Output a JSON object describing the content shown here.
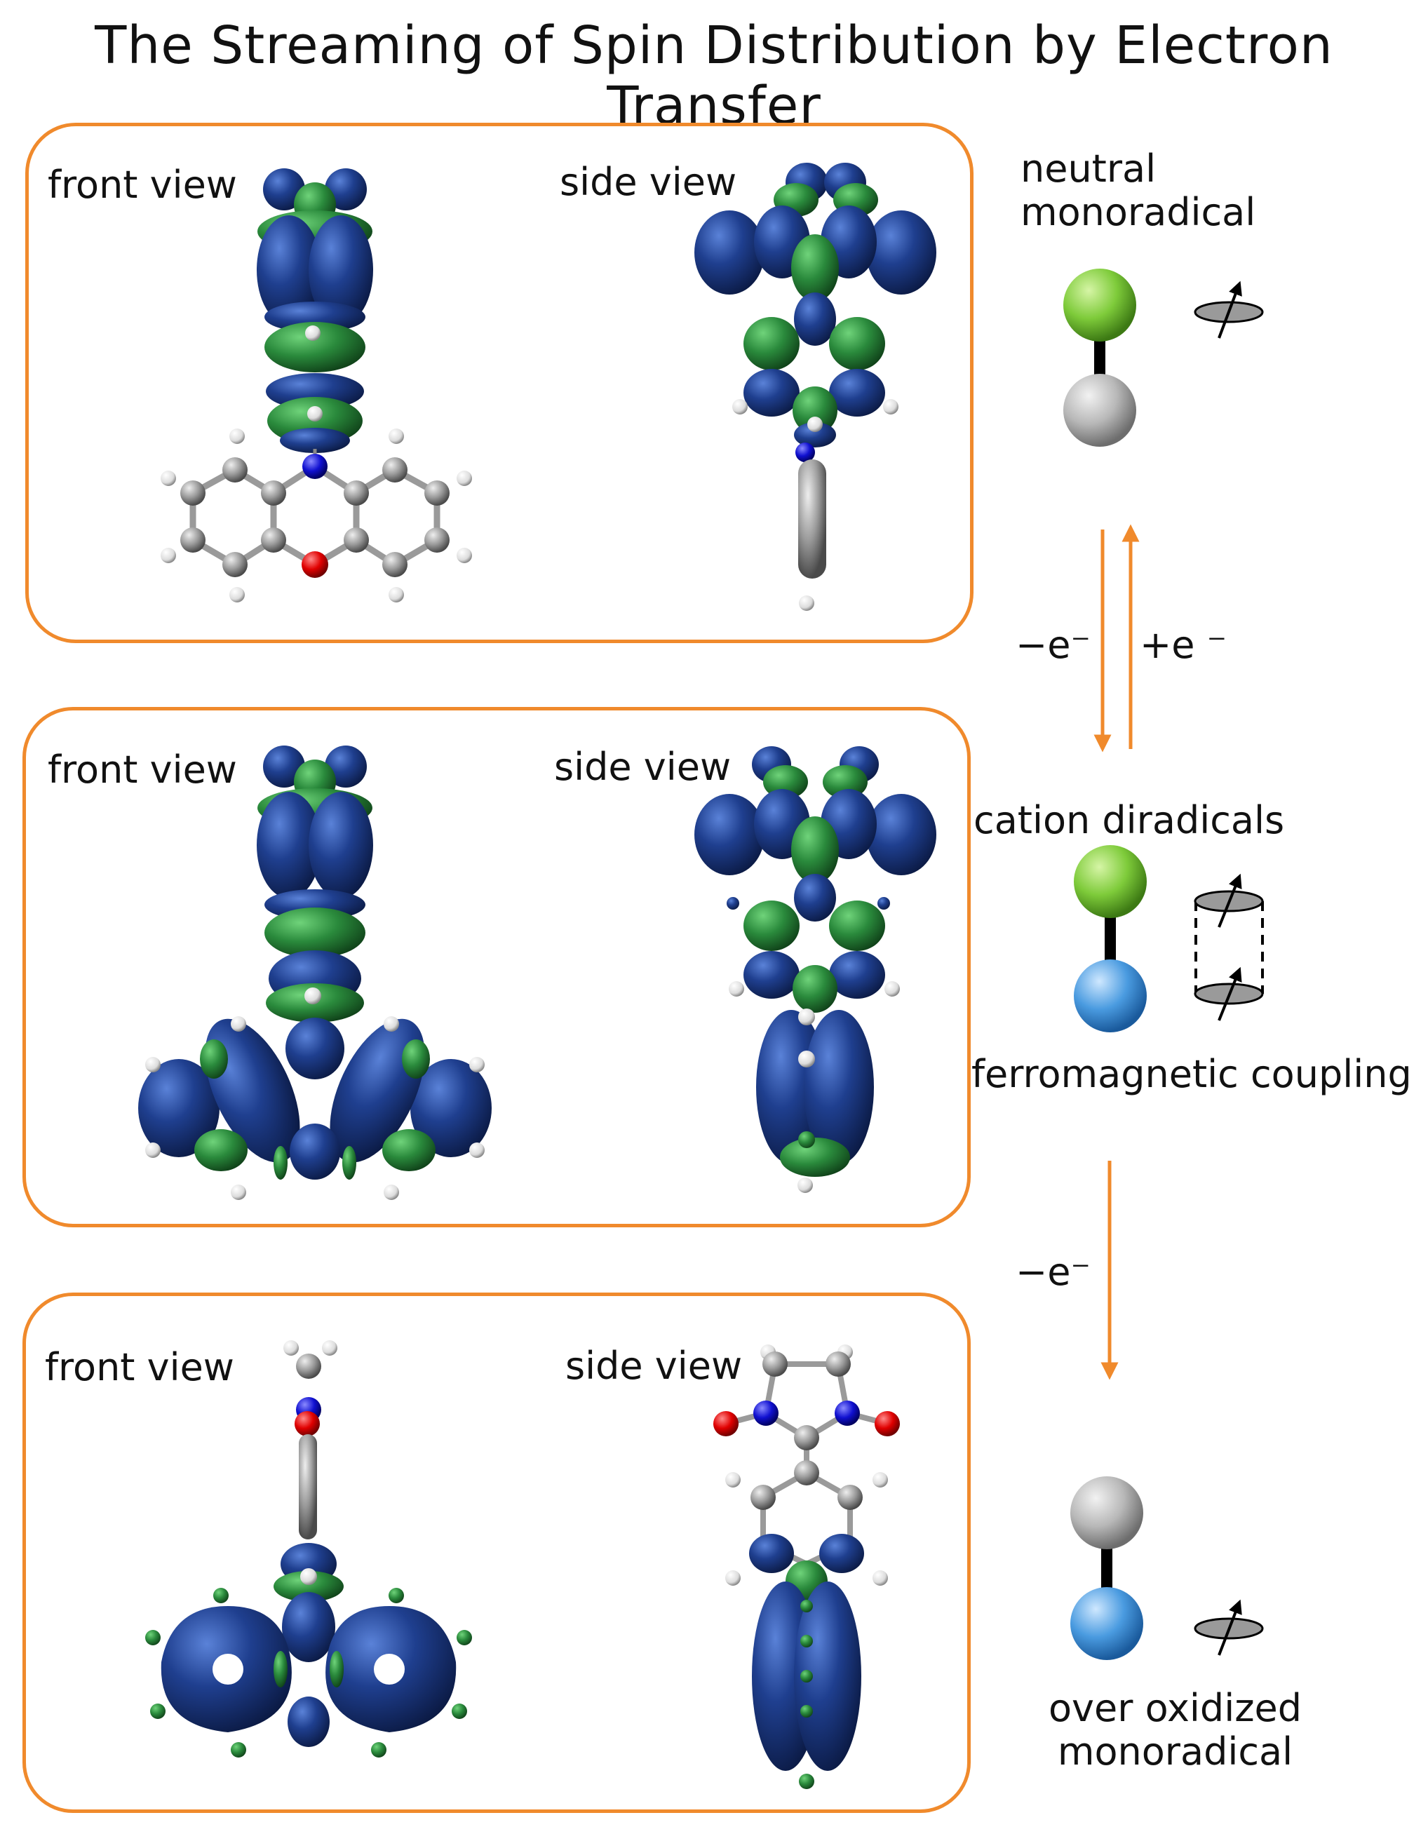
{
  "title": "The Streaming of Spin Distribution by Electron Transfer",
  "panels": [
    {
      "front_label": "front view",
      "side_label": "side view"
    },
    {
      "front_label": "front view",
      "side_label": "side view"
    },
    {
      "front_label": "front view",
      "side_label": "side view"
    }
  ],
  "states": {
    "neutral": "neutral\nmonoradical",
    "cation": "cation diradicals",
    "coupling": "ferromagnetic coupling",
    "oxidized": "over oxidized\nmonoradical"
  },
  "arrows": {
    "minus_e_1": "−e⁻",
    "plus_e": "+e ⁻",
    "minus_e_2": "−e⁻"
  },
  "colors": {
    "panel_border": "#f08a2c",
    "spin_blue": "#1f3f8f",
    "spin_green": "#2a8a3c",
    "atom_green": "#7ecb3a",
    "atom_gray": "#b8b8b8",
    "atom_blue": "#4a9be0",
    "arrow": "#f08a2c"
  }
}
